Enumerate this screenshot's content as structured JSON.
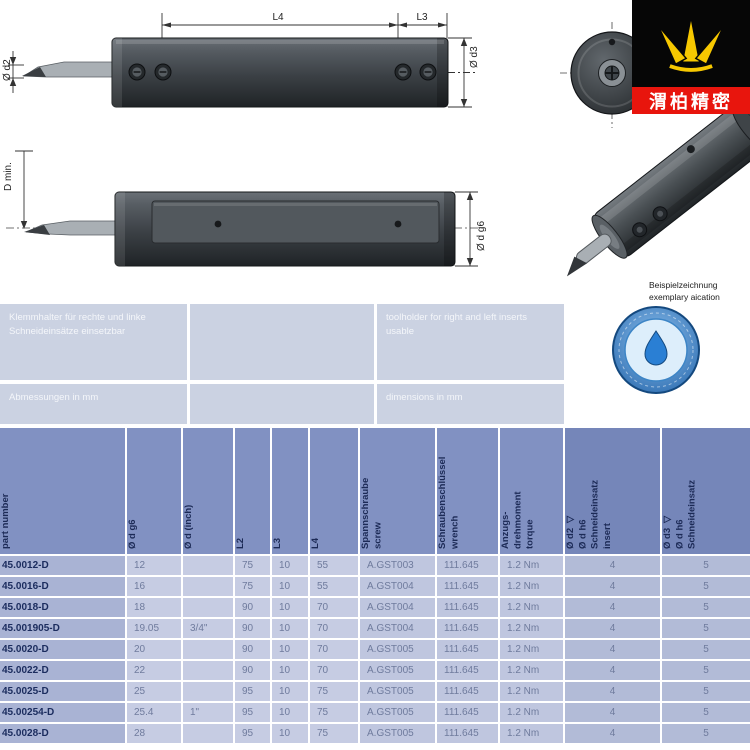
{
  "logo": {
    "brand": "渭柏精密"
  },
  "drawings": {
    "dim_L4": "L4",
    "dim_L3": "L3",
    "dim_d2": "Ø d2",
    "dim_d3": "Ø d3",
    "dim_Dmin": "D min.",
    "dim_dg6": "Ø d g6",
    "note_line1": "Beispielzeichnung",
    "note_line2": "exemplary aication"
  },
  "info": {
    "de_text": "Klemmhalter für rechte und linke Schneideinsätze einsetzbar",
    "en_text": "toolholder for right and left inserts usable",
    "de_dim": "Abmessungen in mm",
    "en_dim": "dimensions in mm"
  },
  "colors": {
    "table_header": "#8191c2",
    "table_header_dark": "#7586b9",
    "row": "#c6cce3",
    "part_column": "#a9b3d4",
    "info_band": "#cbd2e2",
    "logo_red": "#e8150d",
    "logo_yellow": "#f7c800"
  },
  "table": {
    "column_keys": [
      "part",
      "dg6",
      "dinch",
      "L2",
      "L3",
      "L4",
      "screw",
      "wrench",
      "torque",
      "d2insert",
      "d3insert"
    ],
    "headers": {
      "part": [
        "part number"
      ],
      "dg6": [
        "Ø d g6"
      ],
      "dinch": [
        "Ø d (inch)"
      ],
      "L2": [
        "L2"
      ],
      "L3": [
        "L3"
      ],
      "L4": [
        "L4"
      ],
      "screw": [
        "Spannschraube",
        "screw"
      ],
      "wrench": [
        "Schraubenschlüssel",
        "wrench"
      ],
      "torque": [
        "Anzugs-",
        "drehmoment",
        "torque"
      ],
      "d2insert": [
        "Ø d2 ◁",
        "Ø d h6",
        "Schneideinsatz",
        "insert"
      ],
      "d3insert": [
        "Ø d3 ◁",
        "Ø d h6",
        "Schneideinsatz"
      ]
    },
    "rows": [
      [
        "45.0012-D",
        "12",
        "",
        "75",
        "10",
        "55",
        "A.GST003",
        "111.645",
        "1.2 Nm",
        "4",
        "5"
      ],
      [
        "45.0016-D",
        "16",
        "",
        "75",
        "10",
        "55",
        "A.GST004",
        "111.645",
        "1.2 Nm",
        "4",
        "5"
      ],
      [
        "45.0018-D",
        "18",
        "",
        "90",
        "10",
        "70",
        "A.GST004",
        "111.645",
        "1.2 Nm",
        "4",
        "5"
      ],
      [
        "45.001905-D",
        "19.05",
        "3/4\"",
        "90",
        "10",
        "70",
        "A.GST004",
        "111.645",
        "1.2 Nm",
        "4",
        "5"
      ],
      [
        "45.0020-D",
        "20",
        "",
        "90",
        "10",
        "70",
        "A.GST005",
        "111.645",
        "1.2 Nm",
        "4",
        "5"
      ],
      [
        "45.0022-D",
        "22",
        "",
        "90",
        "10",
        "70",
        "A.GST005",
        "111.645",
        "1.2 Nm",
        "4",
        "5"
      ],
      [
        "45.0025-D",
        "25",
        "",
        "95",
        "10",
        "75",
        "A.GST005",
        "111.645",
        "1.2 Nm",
        "4",
        "5"
      ],
      [
        "45.00254-D",
        "25.4",
        "1\"",
        "95",
        "10",
        "75",
        "A.GST005",
        "111.645",
        "1.2 Nm",
        "4",
        "5"
      ],
      [
        "45.0028-D",
        "28",
        "",
        "95",
        "10",
        "75",
        "A.GST005",
        "111.645",
        "1.2 Nm",
        "4",
        "5"
      ]
    ]
  }
}
